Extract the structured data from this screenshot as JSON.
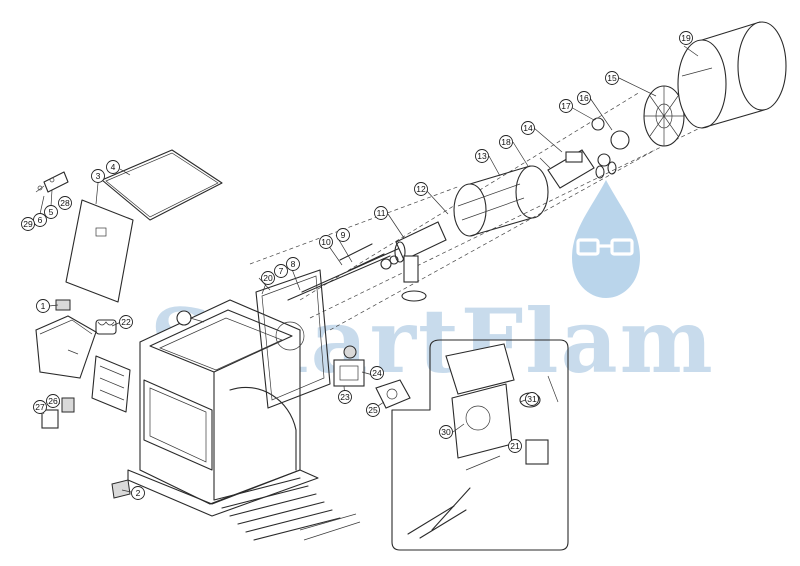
{
  "watermark": {
    "text": "SmartFlam",
    "color": "#9cbfdd"
  },
  "callouts": [
    "1",
    "2",
    "3",
    "4",
    "5",
    "6",
    "7",
    "8",
    "9",
    "10",
    "11",
    "12",
    "13",
    "14",
    "15",
    "16",
    "17",
    "18",
    "19",
    "20",
    "21",
    "22",
    "23",
    "24",
    "25",
    "26",
    "27",
    "28",
    "29",
    "30",
    "31"
  ]
}
